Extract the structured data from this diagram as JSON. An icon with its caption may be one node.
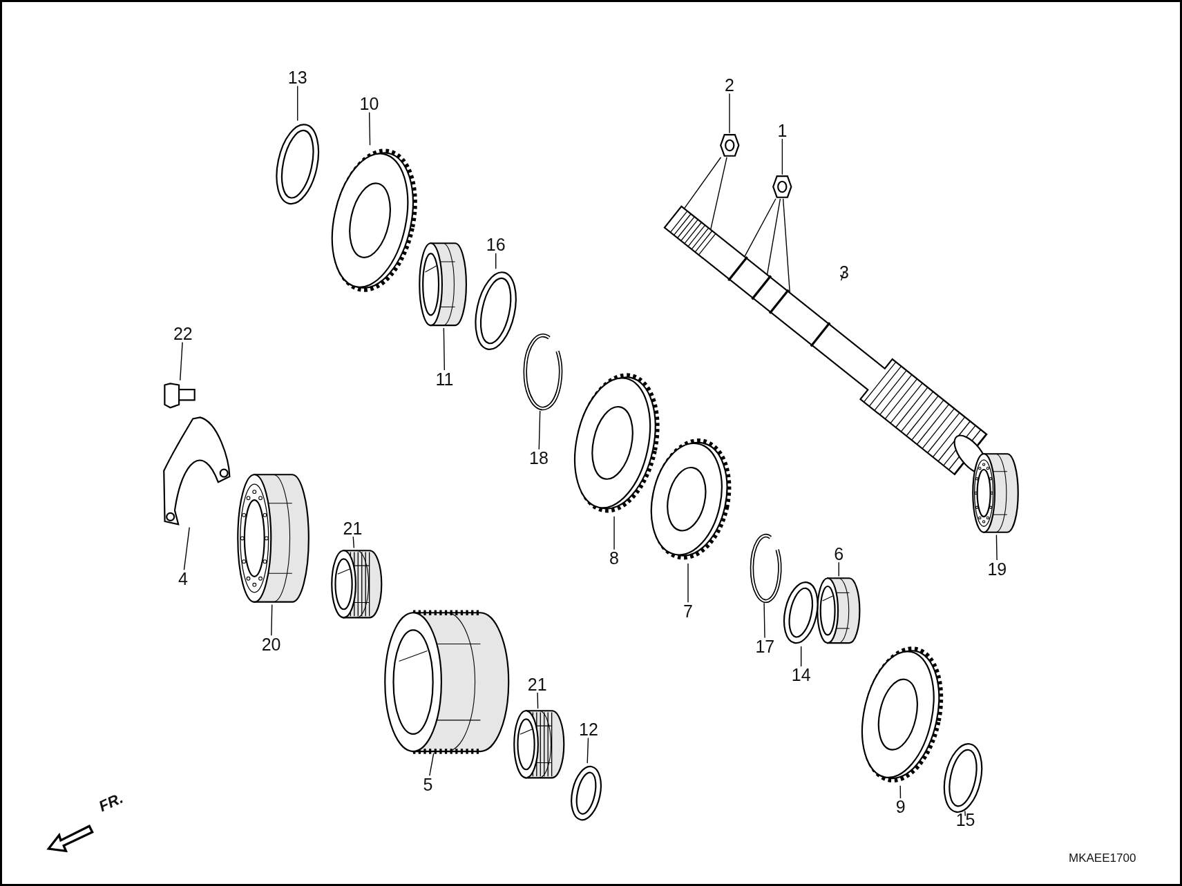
{
  "diagram": {
    "nodes": [
      {
        "text": [
          "13"
        ]
      },
      {
        "text": [],
        "shape": "picture"
      },
      {
        "text": [
          "10"
        ]
      },
      {
        "text": [],
        "shape": "picture"
      },
      {
        "text": [
          "2"
        ]
      },
      {
        "text": [],
        "shape": "picture"
      },
      {
        "text": [
          "1"
        ]
      },
      {
        "text": [],
        "shape": "picture"
      },
      {
        "text": [
          "16"
        ]
      },
      {
        "text": [],
        "shape": "picture"
      },
      {
        "text": [
          "11"
        ]
      },
      {
        "text": [],
        "shape": "picture"
      },
      {
        "text": [
          "3"
        ]
      },
      {
        "text": [],
        "shape": "picture"
      },
      {
        "text": [
          "22"
        ]
      },
      {
        "text": [],
        "shape": "picture"
      },
      {
        "text": [
          "18"
        ]
      },
      {
        "text": [],
        "shape": "picture"
      },
      {
        "text": [
          "4"
        ]
      },
      {
        "text": [],
        "shape": "picture"
      },
      {
        "text": [
          "21"
        ]
      },
      {
        "text": [],
        "shape": "picture"
      },
      {
        "text": [
          "8"
        ]
      },
      {
        "text": [],
        "shape": "picture"
      },
      {
        "text": [
          "6"
        ]
      },
      {
        "text": [],
        "shape": "picture"
      },
      {
        "text": [
          "19"
        ]
      },
      {
        "text": [],
        "shape": "picture"
      },
      {
        "text": [
          "20"
        ]
      },
      {
        "text": [],
        "shape": "picture"
      },
      {
        "text": [
          "7"
        ]
      },
      {
        "text": [],
        "shape": "picture"
      },
      {
        "text": [
          "17"
        ]
      },
      {
        "text": [],
        "shape": "picture"
      },
      {
        "text": [
          "14"
        ]
      },
      {
        "text": [],
        "shape": "picture"
      },
      {
        "text": [
          "21"
        ]
      },
      {
        "text": [],
        "shape": "picture"
      },
      {
        "text": [
          "12"
        ]
      },
      {
        "text": [],
        "shape": "picture"
      },
      {
        "text": [
          "5"
        ]
      },
      {
        "text": [],
        "shape": "picture"
      },
      {
        "text": [
          "9"
        ]
      },
      {
        "text": [],
        "shape": "picture"
      },
      {
        "text": [
          "15"
        ]
      },
      {
        "text": [],
        "shape": "picture"
      }
    ],
    "edges": [
      {
        "from": 0,
        "to": 1,
        "arrow": "none"
      },
      {
        "from": 2,
        "to": 3,
        "arrow": "none"
      },
      {
        "from": 4,
        "to": 5,
        "arrow": "none"
      },
      {
        "from": 6,
        "to": 7,
        "arrow": "none"
      },
      {
        "from": 8,
        "to": 9,
        "arrow": "none"
      },
      {
        "from": 10,
        "to": 11,
        "arrow": "none"
      },
      {
        "from": 12,
        "to": 13,
        "arrow": "none"
      },
      {
        "from": 14,
        "to": 15,
        "arrow": "none"
      },
      {
        "from": 16,
        "to": 17,
        "arrow": "none"
      },
      {
        "from": 18,
        "to": 19,
        "arrow": "none"
      },
      {
        "from": 20,
        "to": 21,
        "arrow": "none"
      },
      {
        "from": 22,
        "to": 23,
        "arrow": "none"
      },
      {
        "from": 24,
        "to": 25,
        "arrow": "none"
      },
      {
        "from": 26,
        "to": 27,
        "arrow": "none"
      },
      {
        "from": 28,
        "to": 29,
        "arrow": "none"
      },
      {
        "from": 30,
        "to": 31,
        "arrow": "none"
      },
      {
        "from": 32,
        "to": 33,
        "arrow": "none"
      },
      {
        "from": 34,
        "to": 35,
        "arrow": "none"
      },
      {
        "from": 36,
        "to": 37,
        "arrow": "none"
      },
      {
        "from": 38,
        "to": 39,
        "arrow": "none"
      },
      {
        "from": 40,
        "to": 41,
        "arrow": "none"
      },
      {
        "from": 42,
        "to": 43,
        "arrow": "none"
      },
      {
        "from": 44,
        "to": 45,
        "arrow": "none"
      },
      {
        "from": 5,
        "to": 13,
        "arrow": "none"
      },
      {
        "from": 5,
        "to": 13,
        "arrow": "none"
      },
      {
        "from": 7,
        "to": 13,
        "arrow": "none"
      },
      {
        "from": 7,
        "to": 13,
        "arrow": "none"
      },
      {
        "from": 7,
        "to": 13,
        "arrow": "none"
      }
    ],
    "labels": [
      "FR.",
      "MKAEE1700"
    ]
  }
}
